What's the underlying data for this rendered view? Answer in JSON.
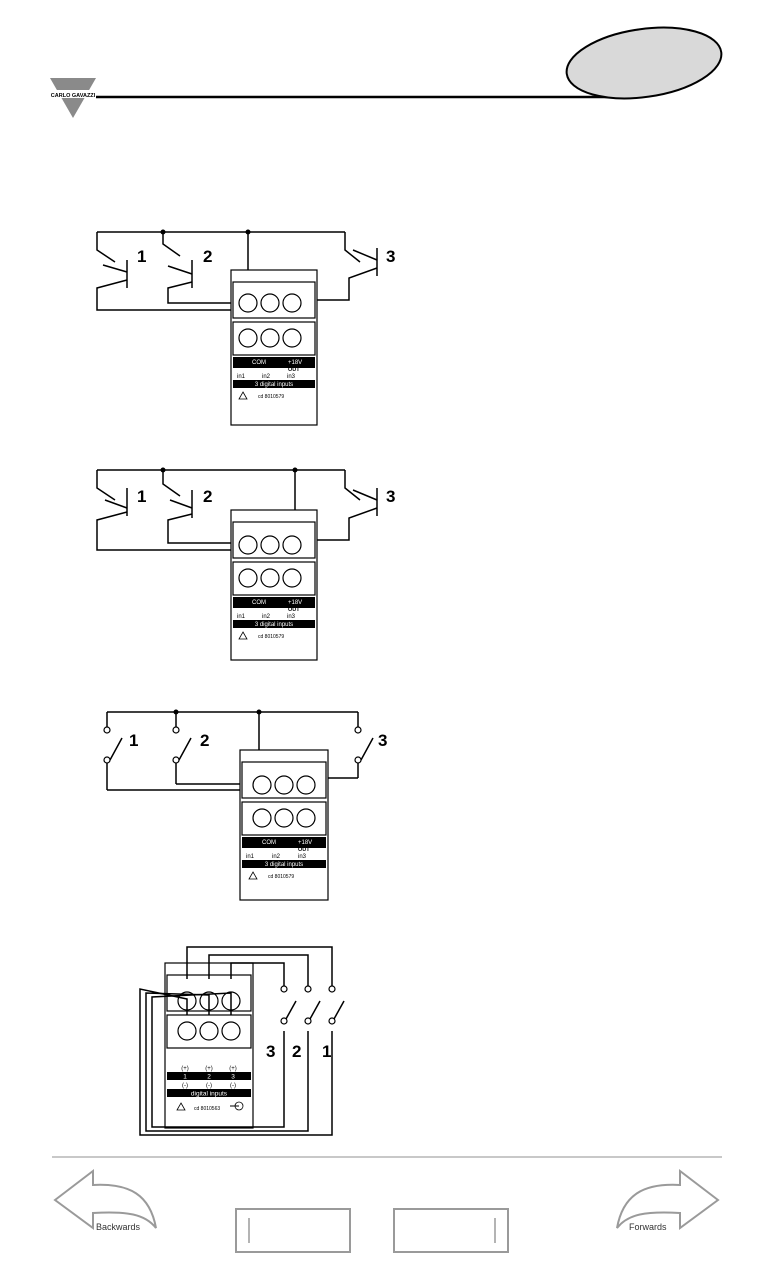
{
  "header": {
    "logo_text": "CARLO GAVAZZI"
  },
  "module": {
    "com_label": "COM",
    "v18_label": "+18V",
    "out_label": "OUT",
    "in1": "in1",
    "in2": "in2",
    "in3": "in3",
    "digital_inputs_label": "3 digital inputs",
    "cert_label": "cd 8010579"
  },
  "module_b": {
    "plus": "(+)",
    "minus": "(-)",
    "n1": "1",
    "n2": "2",
    "n3": "3",
    "digital_inputs_label": "digital inputs",
    "cert_label": "cd 8010563"
  },
  "diagram_labels": {
    "one": "1",
    "two": "2",
    "three": "3"
  },
  "footer": {
    "backwards_label": "Backwards",
    "forwards_label": "Forwards"
  }
}
